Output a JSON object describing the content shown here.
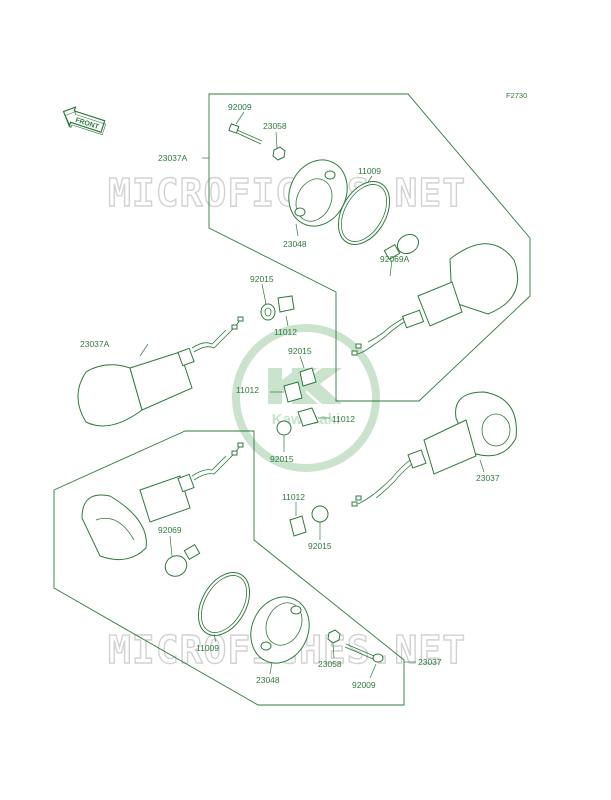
{
  "figure_code": "F2730",
  "front_label": "FRONT",
  "watermark": "MICROFICHES.NET",
  "brand": "Kawasaki",
  "labels": {
    "l_92009_top": "92009",
    "l_23058_top": "23058",
    "l_23037A_top": "23037A",
    "l_11009_top": "11009",
    "l_23048_top": "23048",
    "l_92069A": "92069A",
    "l_92015_a": "92015",
    "l_11012_a": "11012",
    "l_23037A_left": "23037A",
    "l_92015_b": "92015",
    "l_11012_b": "11012",
    "l_11012_c": "11012",
    "l_92015_c": "92015",
    "l_23037_right": "23037",
    "l_11012_d": "11012",
    "l_92015_d": "92015",
    "l_92069": "92069",
    "l_11009_bottom": "11009",
    "l_23048_bottom": "23048",
    "l_23058_bottom": "23058",
    "l_23037_bottom": "23037",
    "l_92009_bottom": "92009"
  }
}
